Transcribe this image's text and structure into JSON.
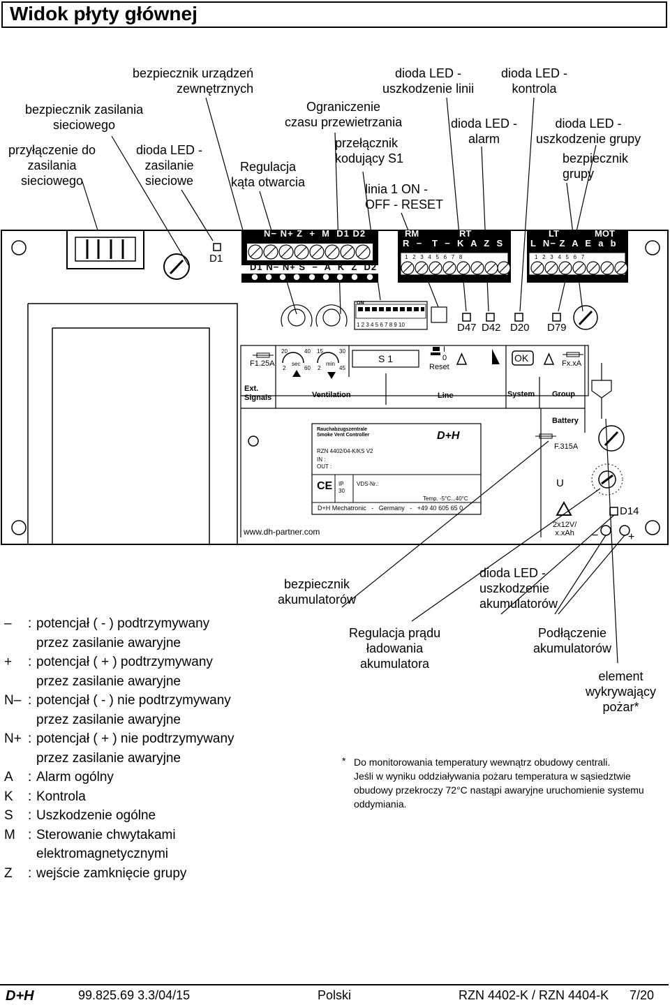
{
  "title": "Widok płyty głównej",
  "labels": {
    "fuse_external": "bezpiecznik urządzeń\nzewnętrznych",
    "fuse_mains": "bezpiecznik zasilania\nsieciowego",
    "mains_connection": "przyłączenie do\nzasilania\nsieciowego",
    "led_mains": "dioda LED -\nzasilanie\nsieciowe",
    "vent_time_limit": "Ograniczenie\nczasu przewietrzania",
    "opening_angle": "Regulacja\nkąta otwarcia",
    "coding_switch": "przełącznik\nkodujący S1",
    "line1": "linia 1 ON -\nOFF - RESET",
    "led_line_fault": "dioda LED -\nuszkodzenie linii",
    "led_control": "dioda LED -\nkontrola",
    "led_alarm": "dioda LED -\nalarm",
    "led_group_fault": "dioda LED -\nuszkodzenie grupy",
    "fuse_group": "bezpiecznik\ngrupy",
    "fuse_battery": "bezpiecznik\nakumulatorów",
    "led_battery_fault": "dioda LED -\nuszkodzenie\nakumulatorów",
    "charge_regulation": "Regulacja prądu\nładowania\nakumulatora",
    "battery_connection": "Podłączenie\nakumulatorów",
    "fire_detector": "element\nwykrywający\npożar*"
  },
  "board": {
    "terminal_top_left": "N− N+ Z  +  M  D1 D2",
    "terminal_bottom_left": "D1 N− N+ S  −  A  K  Z  D2",
    "group_rm": "RM",
    "group_rt": "RT",
    "group_lt": "LT",
    "group_mot": "MOT",
    "terminal_mid": "R  −   T  −  K  A  Z  S",
    "terminal_mid_nums": "1   2   3   4   5   6   7   8",
    "terminal_right": "L  N− Z  A  E  a  b",
    "terminal_right_nums": "1   2   3   4   5   6   7",
    "d1": "D1",
    "on": "ON",
    "dip_nums": "1 2 3 4 5 6 7 8 9 10",
    "d47": "D47",
    "d42": "D42",
    "d20": "D20",
    "d79": "D79",
    "f125": "F1.25A",
    "sec": "sec",
    "min": "min",
    "dial1_nums": [
      "20",
      "40",
      "2",
      "60"
    ],
    "dial2_nums": [
      "15",
      "30",
      "2",
      "45"
    ],
    "s1": "S 1",
    "switch_i": "I",
    "switch_0": "0",
    "reset": "Reset",
    "ok": "OK",
    "fxa": "Fx.xA",
    "ext_signals": "Ext.\nSignals",
    "ventilation": "Ventilation",
    "line": "Line",
    "system": "System",
    "group": "Group",
    "battery": "Battery",
    "f315": "F.315A",
    "plate_title1": "Rauchabzugszentrale",
    "plate_title2": "Smoke Vent Controller",
    "plate_model": "RZN 4402/04-K/KS V2",
    "plate_in": "IN :",
    "plate_out": "OUT :",
    "plate_ip": "IP\n30",
    "plate_vds": "VDS-Nr.:",
    "plate_temp": "Temp. -5°C...40°C",
    "plate_maker": "D+H Mechatronic   -   Germany   -   +49 40 605 65 0",
    "brand": "D+H",
    "www": "www.dh-partner.com",
    "u": "U",
    "d14": "D14",
    "battery_spec": "2x12V/\nx.xAh",
    "minus": "−",
    "plus": "+"
  },
  "legend": [
    {
      "key": "–",
      "text": "potencjał ( - ) podtrzymywany\nprzez zasilanie awaryjne"
    },
    {
      "key": "+",
      "text": "potencjał ( + ) podtrzymywany\nprzez zasilanie awaryjne"
    },
    {
      "key": "N–",
      "text": "potencjał ( - ) nie podtrzymywany\nprzez zasilanie awaryjne"
    },
    {
      "key": "N+",
      "text": "potencjał ( + ) nie podtrzymywany\nprzez zasilanie awaryjne"
    },
    {
      "key": "A",
      "text": "Alarm ogólny"
    },
    {
      "key": "K",
      "text": "Kontrola"
    },
    {
      "key": "S",
      "text": "Uszkodzenie ogólne"
    },
    {
      "key": "M",
      "text": "Sterowanie chwytakami\nelektromagnetycznymi"
    },
    {
      "key": "Z",
      "text": "wejście zamknięcie grupy"
    }
  ],
  "note": {
    "star": "*",
    "text": "Do monitorowania temperatury wewnątrz obudowy centrali.\nJeśli w wyniku oddziaływania pożaru temperatura w sąsiedztwie obudowy przekroczy 72°C nastąpi awaryjne uruchomienie systemu oddymiania."
  },
  "footer": {
    "logo": "D+H",
    "doc_no": "99.825.69 3.3/04/15",
    "language": "Polski",
    "model": "RZN 4402-K / RZN 4404-K",
    "page": "7/20"
  }
}
